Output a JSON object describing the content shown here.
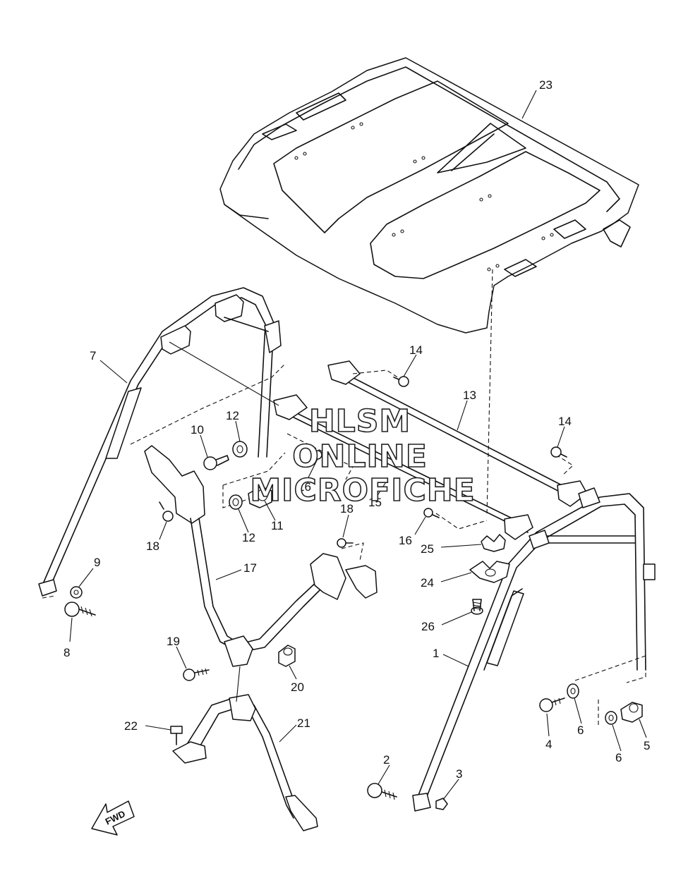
{
  "watermark": {
    "line1": "HLSM",
    "line2": "ONLINE",
    "line3": "MICROFICHE"
  },
  "direction_label": "FWD",
  "callouts": [
    "1",
    "2",
    "3",
    "4",
    "5",
    "6",
    "6",
    "7",
    "8",
    "9",
    "10",
    "11",
    "12",
    "12",
    "13",
    "14",
    "14",
    "15",
    "16",
    "16",
    "17",
    "18",
    "18",
    "19",
    "20",
    "21",
    "22",
    "23",
    "24",
    "25",
    "26"
  ]
}
